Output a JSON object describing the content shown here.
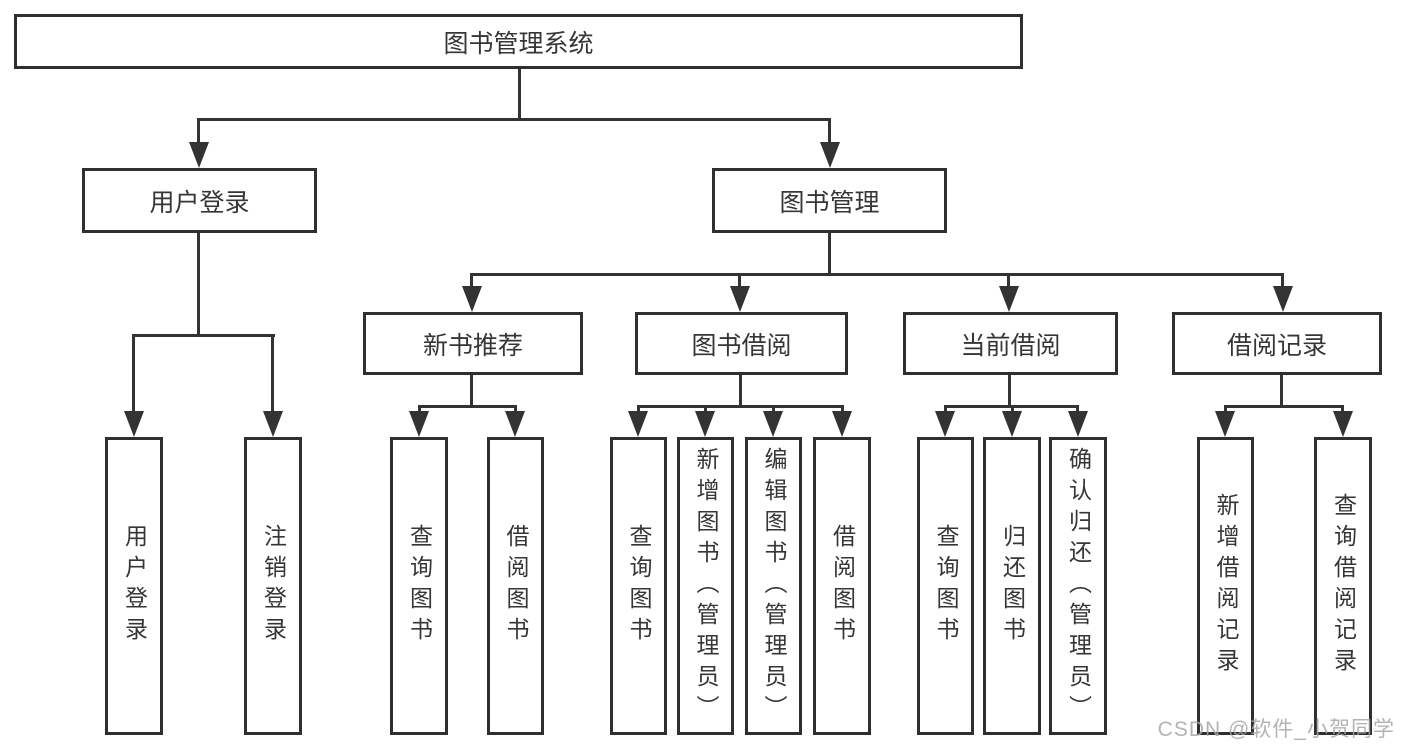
{
  "diagram": {
    "root": {
      "label": "图书管理系统"
    },
    "branches": [
      {
        "label": "用户登录"
      },
      {
        "label": "图书管理"
      }
    ],
    "modules": [
      {
        "label": "新书推荐"
      },
      {
        "label": "图书借阅"
      },
      {
        "label": "当前借阅"
      },
      {
        "label": "借阅记录"
      }
    ],
    "leaves": [
      {
        "label": "用户登录"
      },
      {
        "label": "注销登录"
      },
      {
        "label": "查询图书"
      },
      {
        "label": "借阅图书"
      },
      {
        "label": "查询图书"
      },
      {
        "label": "新增图书（管理员）"
      },
      {
        "label": "编辑图书（管理员）"
      },
      {
        "label": "借阅图书"
      },
      {
        "label": "查询图书"
      },
      {
        "label": "归还图书"
      },
      {
        "label": "确认归还（管理员）"
      },
      {
        "label": "新增借阅记录"
      },
      {
        "label": "查询借阅记录"
      }
    ],
    "watermark": {
      "text": "CSDN @软件_小贺同学"
    },
    "colors": {
      "line": "#333333",
      "box_border": "#2f2f2f",
      "text": "#363636",
      "background": "#ffffff",
      "watermark": "#a6a6a6"
    }
  }
}
